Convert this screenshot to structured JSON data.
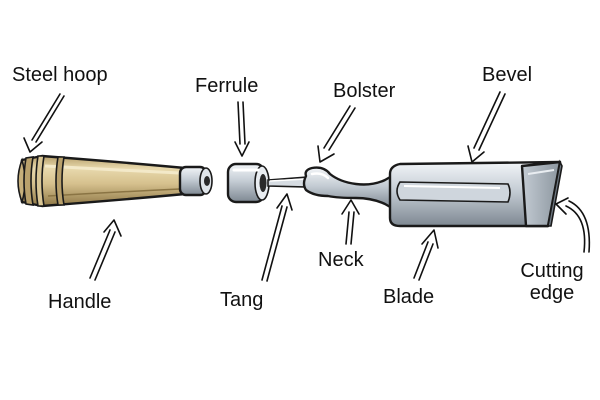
{
  "labels": {
    "steel_hoop": "Steel hoop",
    "ferrule": "Ferrule",
    "bolster": "Bolster",
    "bevel": "Bevel",
    "handle": "Handle",
    "tang": "Tang",
    "neck": "Neck",
    "blade": "Blade",
    "cutting_edge_line1": "Cutting",
    "cutting_edge_line2": "edge"
  },
  "colors": {
    "wood_light": "#e3d2a4",
    "wood_mid": "#c9b07a",
    "wood_dark": "#9c8550",
    "steel_light": "#e6ebf0",
    "steel_mid": "#b7c0c9",
    "steel_dark": "#7f8a95",
    "outline": "#1a1a1a"
  }
}
